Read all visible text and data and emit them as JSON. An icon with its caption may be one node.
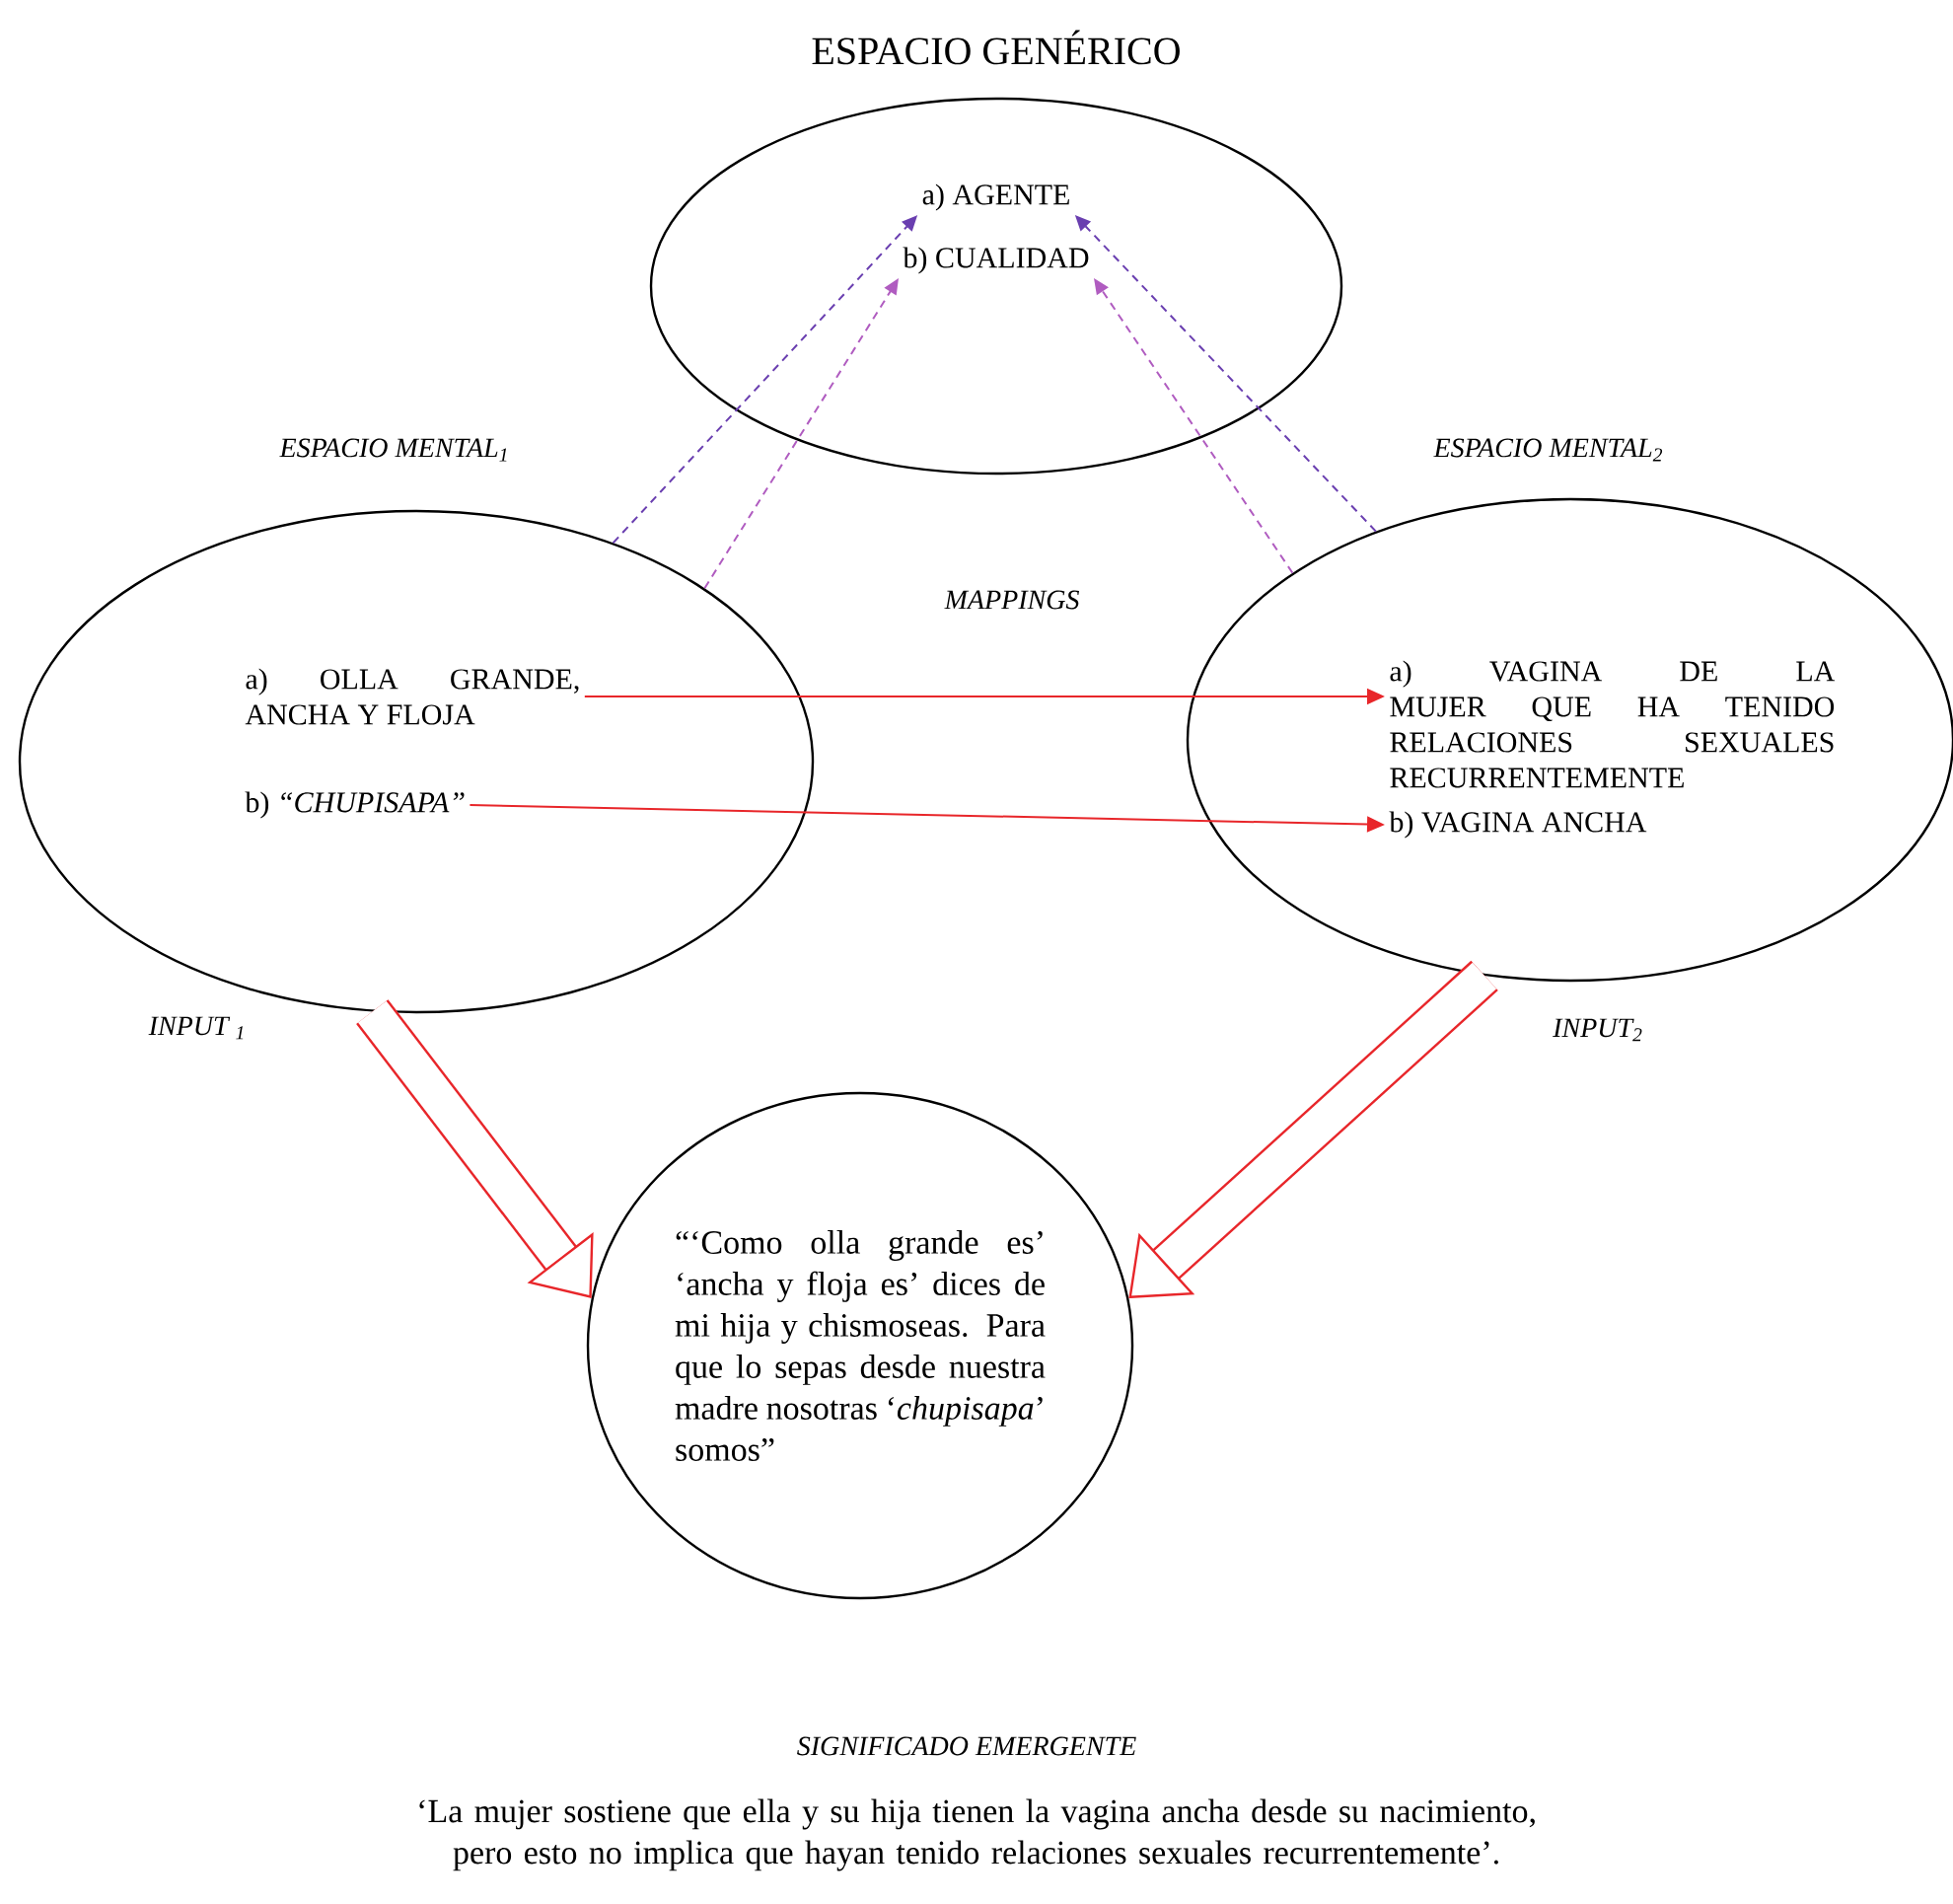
{
  "diagram": {
    "caption": "‘La mujer sostiene que ella y su hija tienen la vagina ancha desde su nacimiento, pero esto no implica que hayan tenido relaciones sexuales recurrentemente’.",
    "nodes": [
      {
        "text": [
          "ESPACIO GENÉRICO"
        ]
      },
      {
        "text": [
          "a) AGENTE"
        ],
        "in": 0
      },
      {
        "text": [
          "b) CUALIDAD"
        ],
        "in": 0
      },
      {
        "text": [
          "ESPACIO MENTAL$_{1}$"
        ],
        "beside": [
          "INPUT $_{1}$"
        ]
      },
      {
        "text": [
          "a) OLLA GRANDE, ANCHA Y FLOJA"
        ],
        "in": 3
      },
      {
        "text": [
          "b) *“CHUPISAPA”*"
        ],
        "in": 3
      },
      {
        "text": [
          "ESPACIO MENTAL$_{2}$"
        ],
        "beside": [
          "INPUT$_{2}$"
        ]
      },
      {
        "text": [
          "a) VAGINA DE LA MUJER QUE HA TENIDO RELACIONES SEXUALES RECURRENTEMENTE"
        ],
        "in": 6
      },
      {
        "text": [
          "b) VAGINA ANCHA"
        ],
        "in": 6
      },
      {
        "text": [
          "“‘Como olla grande es’ ‘ancha y floja es’ dices de mi hija y chismoseas. Para que lo sepas desde nuestra madre nosotras ‘*chupisapa*’ somos”"
        ]
      }
    ],
    "edges": [
      {
        "from": 3,
        "to": 1,
        "arrow": "to",
        "style": "dashed",
        "color": "#6a3fb0"
      },
      {
        "from": 3,
        "to": 2,
        "arrow": "to",
        "style": "dashed",
        "color": "#b05cc0"
      },
      {
        "from": 6,
        "to": 1,
        "arrow": "to",
        "style": "dashed",
        "color": "#6a3fb0"
      },
      {
        "from": 6,
        "to": 2,
        "arrow": "to",
        "style": "dashed",
        "color": "#b05cc0"
      },
      {
        "from": 4,
        "to": 7,
        "arrow": "to"
      },
      {
        "from": 5,
        "to": 8,
        "arrow": "to"
      },
      {
        "from": 3,
        "to": 9,
        "arrow": "to",
        "style": "thick"
      },
      {
        "from": 6,
        "to": 9,
        "arrow": "to",
        "style": "thick"
      }
    ],
    "labels": [
      "MAPPINGS",
      "SIGNIFICADO EMERGENTE"
    ]
  }
}
